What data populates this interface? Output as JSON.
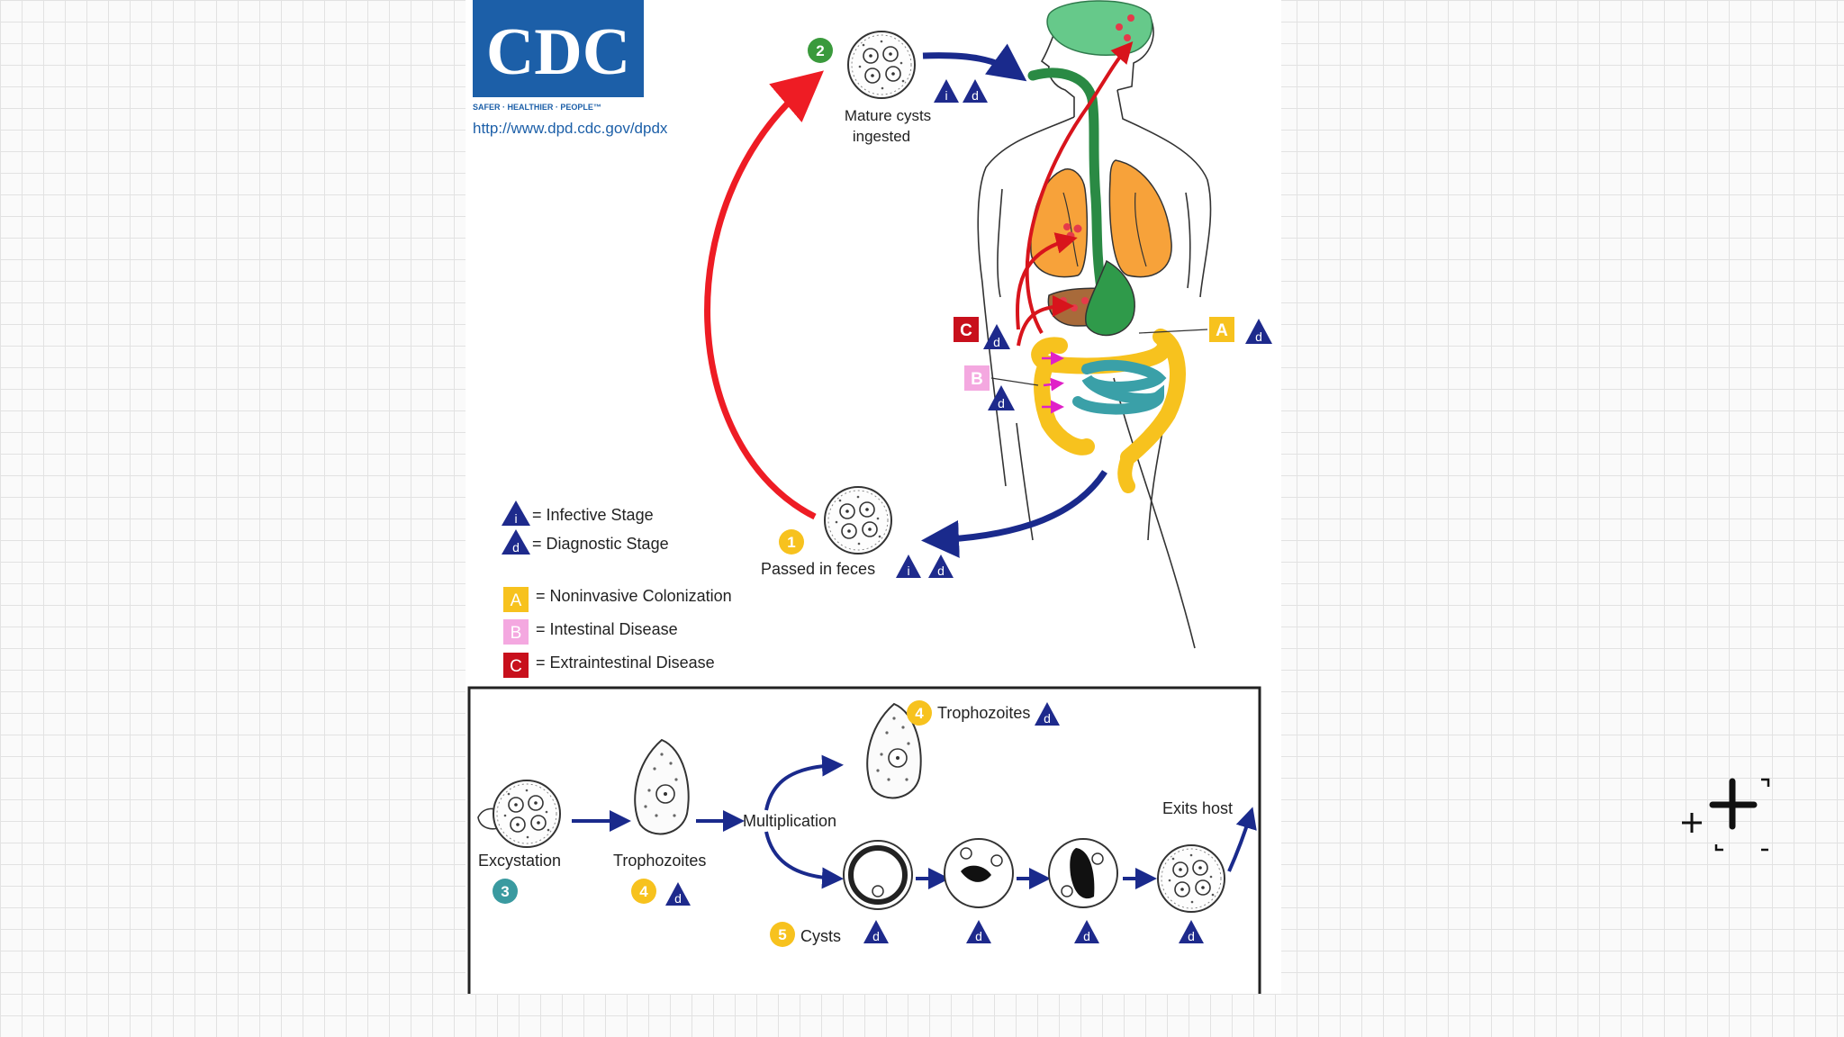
{
  "logo": {
    "text": "CDC",
    "tagline": "SAFER · HEALTHIER · PEOPLE™",
    "url": "http://www.dpd.cdc.gov/dpdx"
  },
  "stages": {
    "s1": {
      "number": "1",
      "label": "Passed in feces"
    },
    "s2": {
      "number": "2",
      "label_line1": "Mature cysts",
      "label_line2": "ingested"
    },
    "s3": {
      "number": "3",
      "label": "Excystation"
    },
    "s4a": {
      "number": "4",
      "label": "Trophozoites"
    },
    "s4b": {
      "number": "4",
      "label": "Trophozoites"
    },
    "s5": {
      "number": "5",
      "label": "Cysts"
    },
    "multiplication": "Multiplication",
    "exits": "Exits host"
  },
  "badges": {
    "i": "i",
    "d": "d",
    "A": "A",
    "B": "B",
    "C": "C"
  },
  "legend": {
    "infective": "= Infective Stage",
    "diagnostic": "= Diagnostic Stage",
    "noninvasive": "= Noninvasive Colonization",
    "intestinal": "= Intestinal Disease",
    "extraintestinal": "= Extraintestinal Disease"
  },
  "colors": {
    "infective_arrow": "#ee1c24",
    "flow_arrow": "#1a2a8c",
    "badge_navy": "#1e2a8c",
    "stage1": "#f7c21e",
    "stage2": "#3a9a3c",
    "stage3": "#3a9aa0",
    "A": "#f7c21e",
    "B": "#f4a8e0",
    "C": "#c8101c",
    "logo_blue": "#1c5fa8"
  },
  "icons": [
    "crosshair-cursor-icon"
  ]
}
